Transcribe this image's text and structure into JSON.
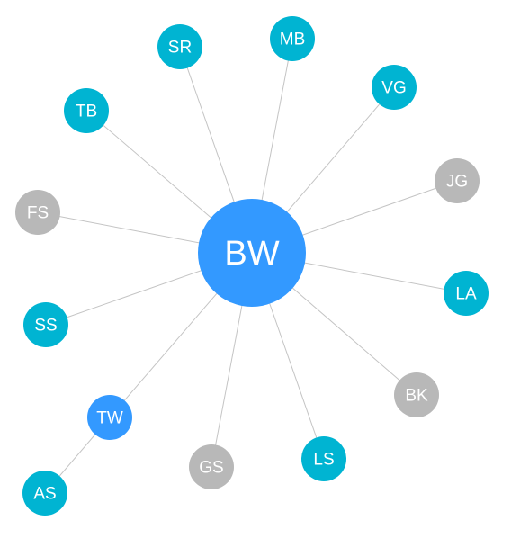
{
  "colors": {
    "center": "#3399ff",
    "teal": "#00b4d2",
    "gray": "#b8b8b8",
    "blue": "#3399ff",
    "edge": "#c4c4c4"
  },
  "graph": {
    "nodes": [
      {
        "id": "BW",
        "label": "BW",
        "color": "center",
        "role": "center"
      },
      {
        "id": "SR",
        "label": "SR",
        "color": "teal"
      },
      {
        "id": "MB",
        "label": "MB",
        "color": "teal"
      },
      {
        "id": "VG",
        "label": "VG",
        "color": "teal"
      },
      {
        "id": "TB",
        "label": "TB",
        "color": "teal"
      },
      {
        "id": "JG",
        "label": "JG",
        "color": "gray"
      },
      {
        "id": "FS",
        "label": "FS",
        "color": "gray"
      },
      {
        "id": "LA",
        "label": "LA",
        "color": "teal"
      },
      {
        "id": "SS",
        "label": "SS",
        "color": "teal"
      },
      {
        "id": "BK",
        "label": "BK",
        "color": "gray"
      },
      {
        "id": "TW",
        "label": "TW",
        "color": "blue"
      },
      {
        "id": "GS",
        "label": "GS",
        "color": "gray"
      },
      {
        "id": "LS",
        "label": "LS",
        "color": "teal"
      },
      {
        "id": "AS",
        "label": "AS",
        "color": "teal"
      }
    ],
    "edges": [
      {
        "from": "BW",
        "to": "SR"
      },
      {
        "from": "BW",
        "to": "MB"
      },
      {
        "from": "BW",
        "to": "VG"
      },
      {
        "from": "BW",
        "to": "TB"
      },
      {
        "from": "BW",
        "to": "JG"
      },
      {
        "from": "BW",
        "to": "FS"
      },
      {
        "from": "BW",
        "to": "LA"
      },
      {
        "from": "BW",
        "to": "SS"
      },
      {
        "from": "BW",
        "to": "BK"
      },
      {
        "from": "BW",
        "to": "TW"
      },
      {
        "from": "BW",
        "to": "GS"
      },
      {
        "from": "BW",
        "to": "LS"
      },
      {
        "from": "TW",
        "to": "AS"
      }
    ]
  }
}
